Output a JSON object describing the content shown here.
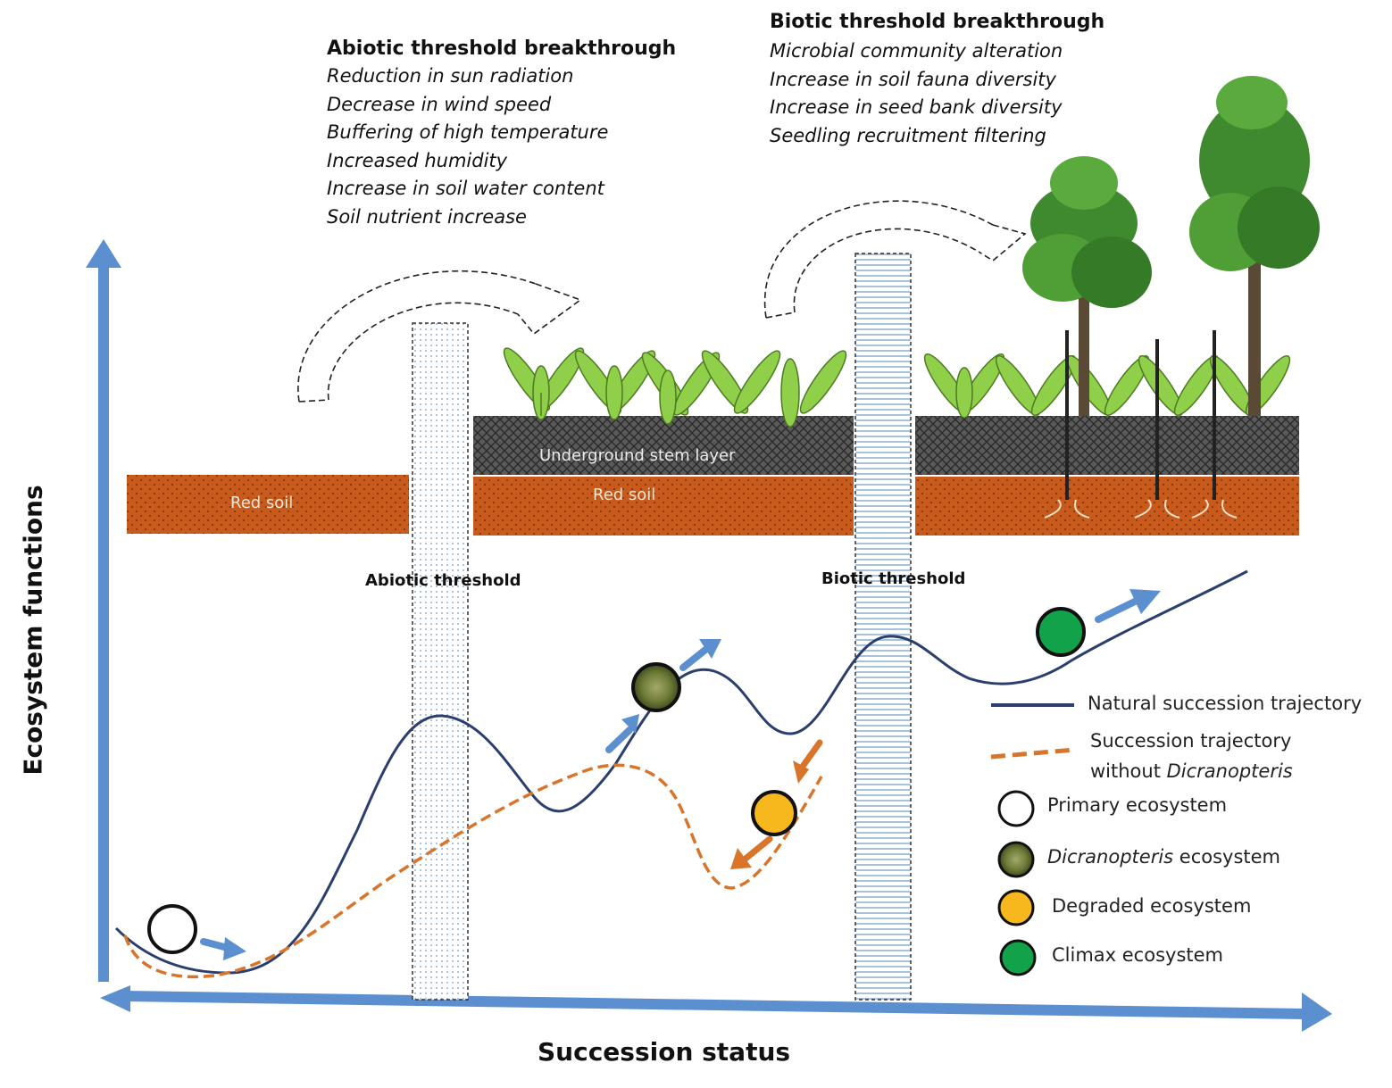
{
  "abiotic_box": {
    "heading": "Abiotic threshold breakthrough",
    "items": [
      "Reduction in sun radiation",
      "Decrease in wind speed",
      "Buffering of high temperature",
      "Increased humidity",
      "Increase in soil water content",
      "Soil nutrient increase"
    ]
  },
  "biotic_box": {
    "heading": "Biotic threshold breakthrough",
    "items": [
      "Microbial community alteration",
      "Increase in soil fauna diversity",
      "Increase in seed bank diversity",
      "Seedling recruitment filtering"
    ]
  },
  "thresholds": {
    "abiotic": "Abiotic threshold",
    "biotic": "Biotic threshold"
  },
  "soil": {
    "red_soil_1": "Red soil",
    "red_soil_2": "Red soil",
    "stem_layer": "Underground stem layer"
  },
  "axes": {
    "y_title": "Ecosystem functions",
    "x_title": "Succession status"
  },
  "legend": {
    "natural": "Natural succession trajectory",
    "without_line1": "Succession trajectory",
    "without_prefix": "without ",
    "without_italic": "Dicranopteris",
    "primary": "Primary ecosystem",
    "dicranopteris_italic": "Dicranopteris",
    "dicranopteris_suffix": " ecosystem",
    "degraded": "Degraded ecosystem",
    "climax": "Climax ecosystem"
  },
  "colors": {
    "axis_blue": "#5b8fd0",
    "natural_line": "#2b3f6e",
    "without_line": "#d9752a",
    "red_soil": "#c85a1c",
    "stem_layer": "#4a4a4a",
    "fern_green": "#8fcf4a",
    "degraded_ball": "#f7b81e",
    "climax_ball": "#12a24a",
    "dicranopteris_ball": "#7a8a3c"
  }
}
